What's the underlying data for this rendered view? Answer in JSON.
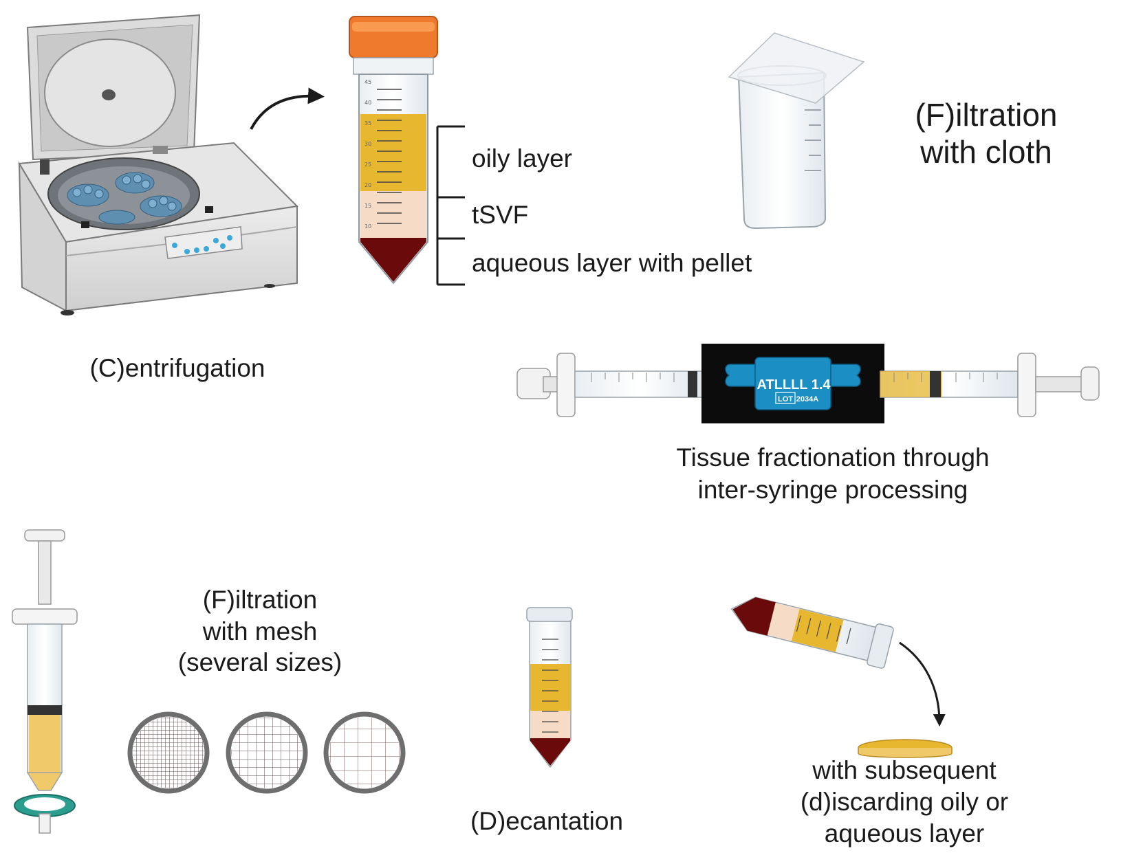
{
  "labels": {
    "centrifugation": "(C)entrifugation",
    "oily_layer": "oily layer",
    "tsvf": "tSVF",
    "aqueous_layer": "aqueous layer with pellet",
    "filtration_cloth_line1": "(F)iltration",
    "filtration_cloth_line2": "with cloth",
    "fractionation_line1": "Tissue fractionation through",
    "fractionation_line2": "inter-syringe processing",
    "filtration_mesh_line1": "(F)iltration",
    "filtration_mesh_line2": "with mesh",
    "filtration_mesh_line3": "(several sizes)",
    "decantation": "(D)ecantation",
    "discard_line1": "with subsequent",
    "discard_line2": "(d)iscarding oily or",
    "discard_line3": "aqueous layer"
  },
  "device": {
    "name": "ATLLLL 1.4",
    "lot_label": "LOT",
    "lot_number": "2034A"
  },
  "tube_scale": [
    "45",
    "40",
    "35",
    "30",
    "25",
    "20",
    "15",
    "10"
  ],
  "colors": {
    "oil": "#e8b730",
    "svf": "#f6dcc6",
    "pellet": "#6b0a0a",
    "cap": "#f07a2c",
    "connector": "#1b8fc4",
    "filter_ring": "#2a9d8f"
  }
}
